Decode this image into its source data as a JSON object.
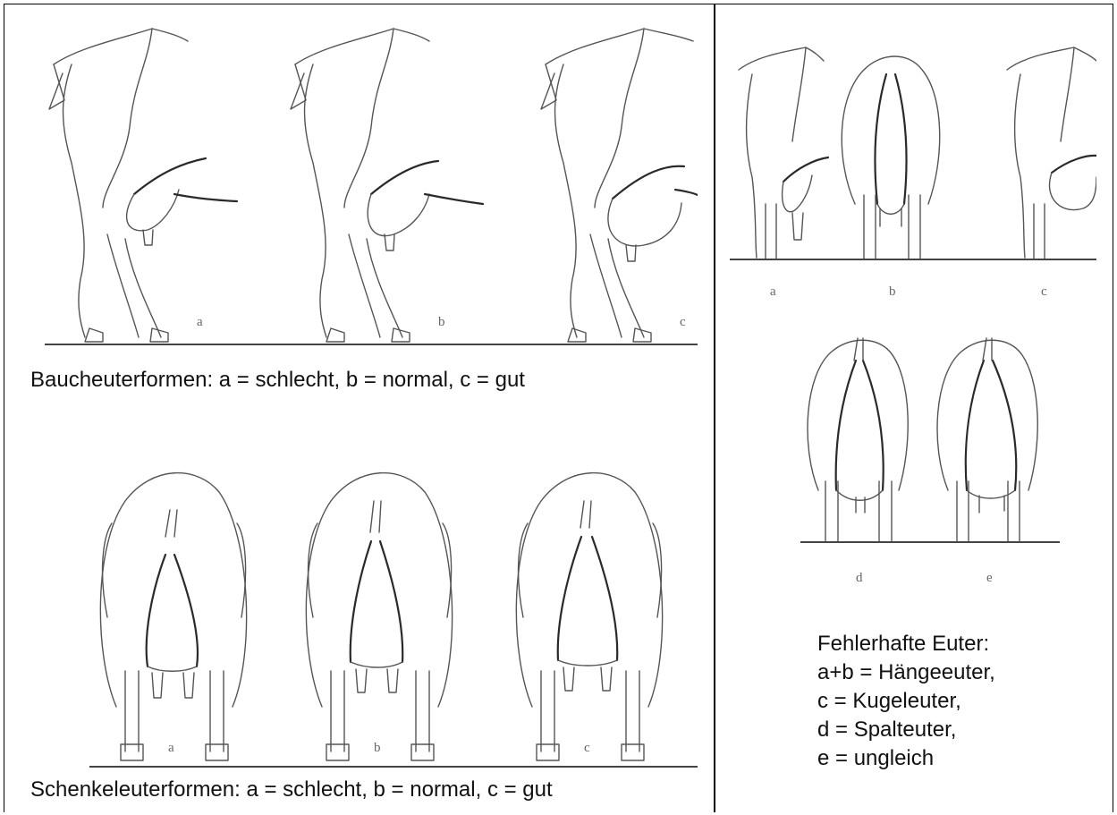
{
  "top_left": {
    "caption": "Baucheuterformen: a = schlecht, b = normal, c = gut",
    "labels": [
      "a",
      "b",
      "c"
    ]
  },
  "bottom_left": {
    "caption": "Schenkeleuterformen: a = schlecht, b = normal, c = gut",
    "labels": [
      "a",
      "b",
      "c"
    ]
  },
  "right_top": {
    "labels": [
      "a",
      "b",
      "c"
    ]
  },
  "right_middle": {
    "labels": [
      "d",
      "e"
    ]
  },
  "right_desc": {
    "lines": [
      "Fehlerhafte Euter:",
      "a+b = Hängeeuter,",
      "c = Kugeleuter,",
      "d = Spalteuter,",
      "e = ungleich"
    ]
  }
}
